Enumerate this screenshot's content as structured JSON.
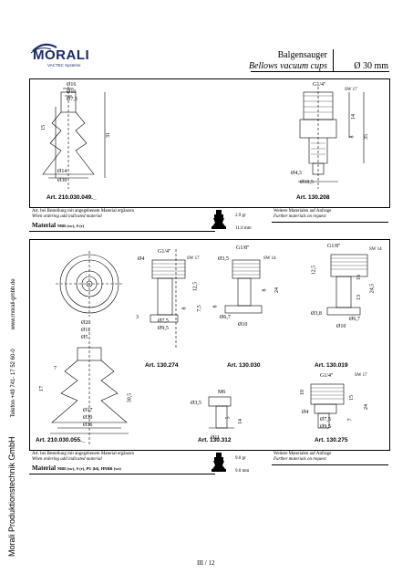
{
  "header": {
    "logo_text": "MORALI",
    "logo_sub": "VACTEC Systems",
    "title_de": "Balgensauger",
    "title_en": "Bellows vacuum cups",
    "size_label": "Ø  30 mm"
  },
  "side_text": {
    "company": "Morali Produktionstechnik GmbH",
    "phone": "Telefon  +49 741- 17 52 60-0",
    "web": "www.morali-gmbh.de"
  },
  "panel1": {
    "dims_left": [
      "Ø16",
      "Ø10",
      "Ø7,5",
      "15",
      "31",
      "Ø14",
      "Ø30"
    ],
    "dims_right": [
      "G1/4\"",
      "SW 17",
      "14",
      "8",
      "35",
      "Ø4,3",
      "Ø10,5"
    ],
    "art_left": "Art. 210.030.049._",
    "art_right": "Art. 130.208"
  },
  "info1": {
    "order_de": "Art. bei Bestellung mit angegebenem Material ergänzen",
    "order_en": "When ordering add indicated material",
    "material_label": "Material",
    "material_value": "NBR (sw), S (r)",
    "weight": "2.9 gr",
    "height": "11.0 mm",
    "further_de": "Weitere Materialen auf Anfrage",
    "further_en": "Further materials on request"
  },
  "panel2": {
    "cup_dims": [
      "Ø20",
      "Ø11",
      "Ø5",
      "7",
      "17",
      "30,5",
      "Ø17",
      "Ø30",
      "Ø36"
    ],
    "fit_274": [
      "G1/4\"",
      "SW 17",
      "Ø4",
      "12,5",
      "8",
      "7,5",
      "3",
      "Ø7,5",
      "Ø9,5"
    ],
    "fit_030": [
      "G1/8\"",
      "SW 14",
      "Ø3,5",
      "8",
      "24",
      "8",
      "Ø6,7",
      "Ø10"
    ],
    "fit_019": [
      "G1/8\"",
      "SW 14",
      "12,5",
      "16",
      "13",
      "24,5",
      "Ø3,8",
      "Ø6,7",
      "Ø10"
    ],
    "fit_312": [
      "M6",
      "Ø3,5",
      "5",
      "14",
      "Ø11"
    ],
    "fit_275": [
      "G1/4\"",
      "SW 17",
      "10",
      "15",
      "7",
      "24",
      "Ø4",
      "Ø7,5",
      "Ø9,5"
    ],
    "art_cup": "Art. 210.030.055._",
    "art_274": "Art. 130.274",
    "art_030": "Art. 130.030",
    "art_019": "Art. 130.019",
    "art_312": "Art. 130.312",
    "art_275": "Art. 130.275"
  },
  "info2": {
    "order_de": "Art. bei Bestellung mit angegebenem Material ergänzen",
    "order_en": "When ordering add indicated material",
    "material_label": "Material",
    "material_value": "NBR (sw), S (r), PU (bl), HNBR (ws)",
    "weight": "9.0 gr",
    "height": "9.0 mm",
    "further_de": "Weitere Materialen auf Anfrage",
    "further_en": "Further materials on request"
  },
  "footer": {
    "page": "III / 12"
  }
}
